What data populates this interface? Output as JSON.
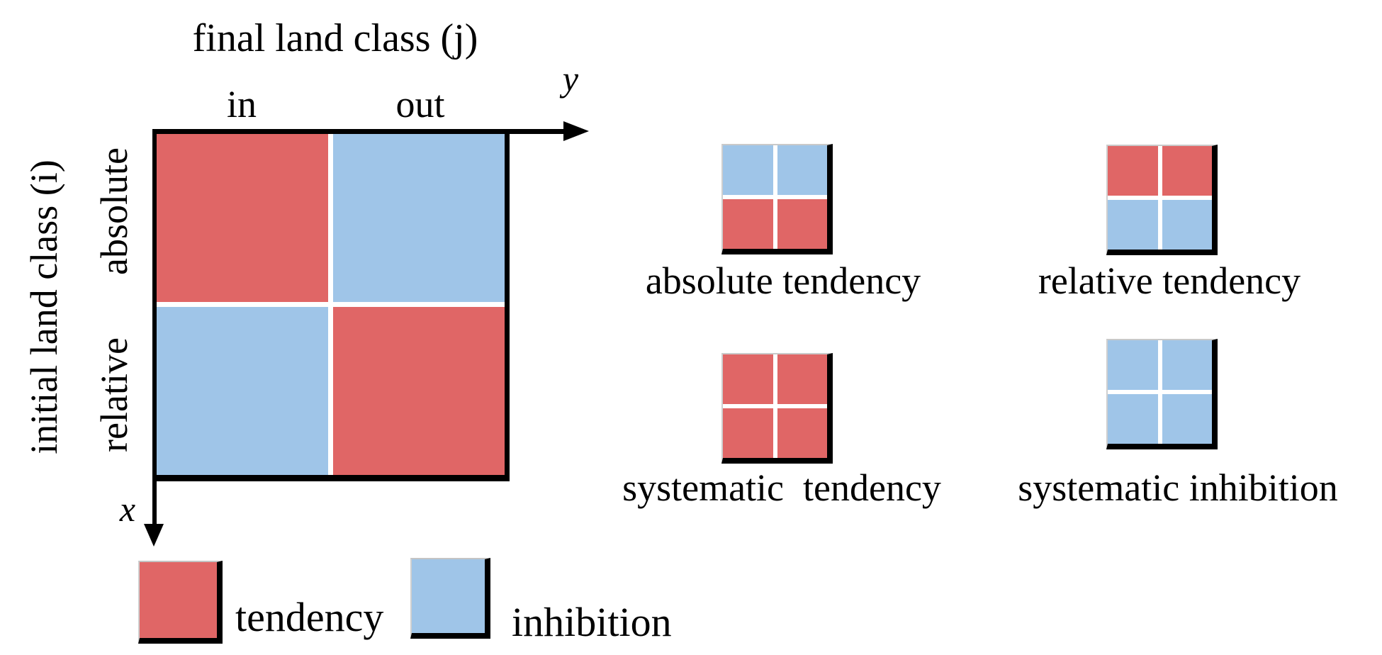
{
  "colors": {
    "tendency": "#e06666",
    "inhibition": "#9fc5e8",
    "axis": "#000000",
    "gridline": "#ffffff"
  },
  "main_matrix": {
    "col_axis_title": "final land class (j)",
    "row_axis_title": "initial land class (i)",
    "col_labels": [
      "in",
      "out"
    ],
    "row_labels": [
      "absolute",
      "relative"
    ],
    "y_axis_label": "y",
    "x_axis_label": "x",
    "cells": [
      [
        "tendency",
        "inhibition"
      ],
      [
        "inhibition",
        "tendency"
      ]
    ]
  },
  "mini_matrices": [
    {
      "label": "absolute tendency",
      "cells": [
        [
          "inhibition",
          "inhibition"
        ],
        [
          "tendency",
          "tendency"
        ]
      ]
    },
    {
      "label": "relative tendency",
      "cells": [
        [
          "tendency",
          "tendency"
        ],
        [
          "inhibition",
          "inhibition"
        ]
      ]
    },
    {
      "label": "systematic  tendency",
      "cells": [
        [
          "tendency",
          "tendency"
        ],
        [
          "tendency",
          "tendency"
        ]
      ]
    },
    {
      "label": "systematic inhibition",
      "cells": [
        [
          "inhibition",
          "inhibition"
        ],
        [
          "inhibition",
          "inhibition"
        ]
      ]
    }
  ],
  "legend": {
    "items": [
      {
        "label": "tendency",
        "color_key": "tendency"
      },
      {
        "label": "inhibition",
        "color_key": "inhibition"
      }
    ]
  }
}
